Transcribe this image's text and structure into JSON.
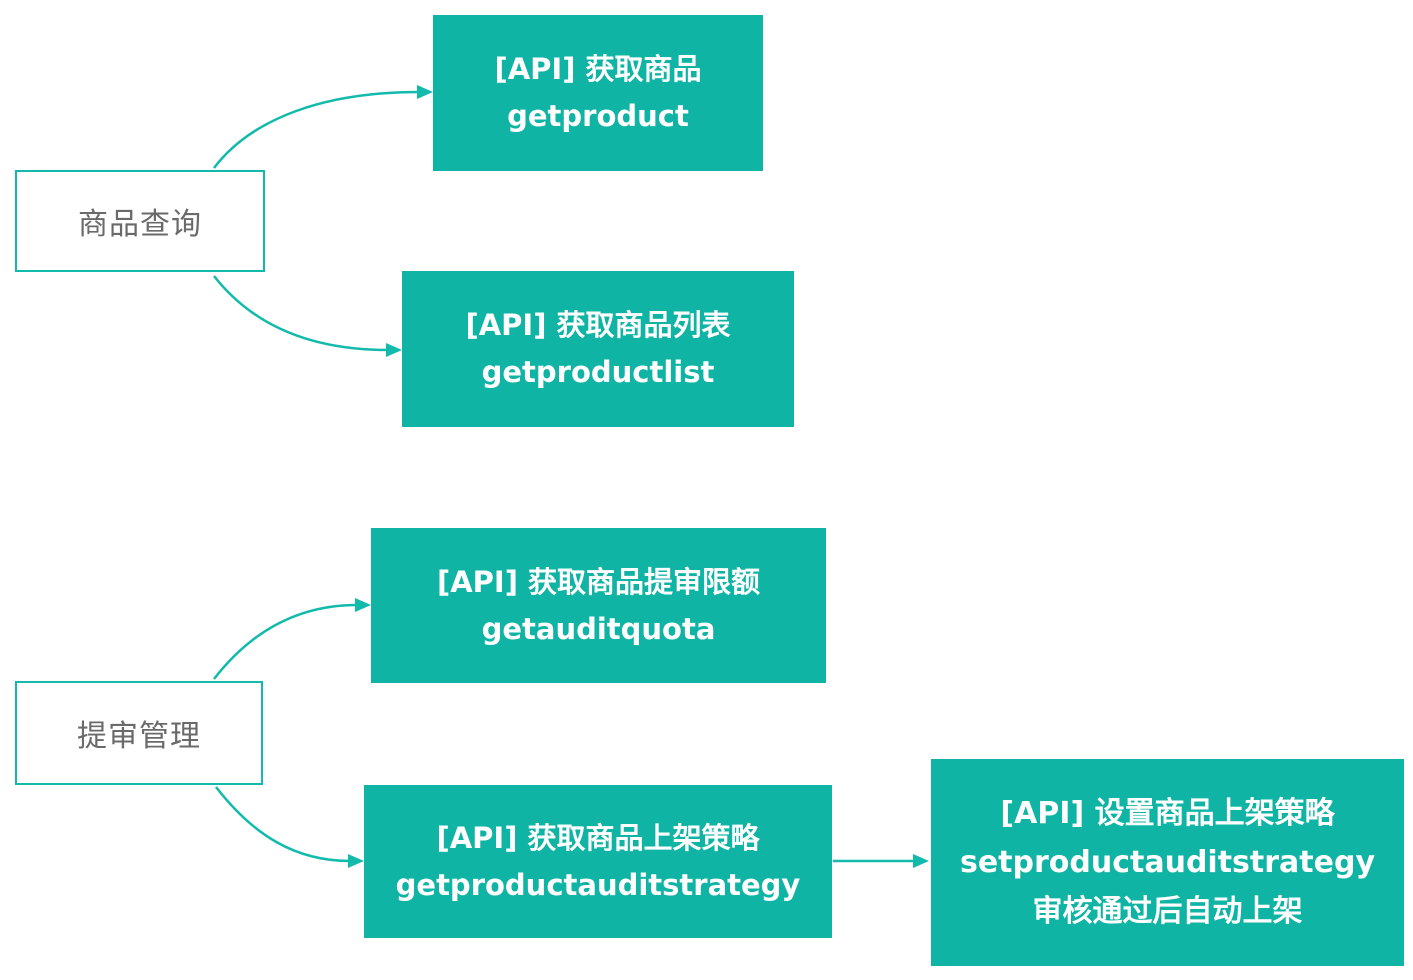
{
  "diagram": {
    "title": "",
    "colors": {
      "node_fill": "#0FB4A4",
      "line_stroke": "#12BAAC",
      "category_text": "#6A6A6A",
      "api_text": "#FFFFFF",
      "background": "#FFFFFF"
    },
    "nodes": {
      "product_query": {
        "label": "商品查询"
      },
      "audit_management": {
        "label": "提审管理"
      },
      "get_product": {
        "line1": "[API] 获取商品",
        "line2": "getproduct"
      },
      "get_product_list": {
        "line1": "[API] 获取商品列表",
        "line2": "getproductlist"
      },
      "get_audit_quota": {
        "line1": "[API] 获取商品提审限额",
        "line2": "getauditquota"
      },
      "get_product_audit_strategy": {
        "line1": "[API] 获取商品上架策略",
        "line2": "getproductauditstrategy"
      },
      "set_product_audit_strategy": {
        "line1": "[API] 设置商品上架策略",
        "line2": "setproductauditstrategy",
        "line3": "审核通过后自动上架"
      }
    },
    "edges": [
      {
        "from": "product_query",
        "to": "get_product"
      },
      {
        "from": "product_query",
        "to": "get_product_list"
      },
      {
        "from": "audit_management",
        "to": "get_audit_quota"
      },
      {
        "from": "audit_management",
        "to": "get_product_audit_strategy"
      },
      {
        "from": "get_product_audit_strategy",
        "to": "set_product_audit_strategy"
      }
    ]
  }
}
